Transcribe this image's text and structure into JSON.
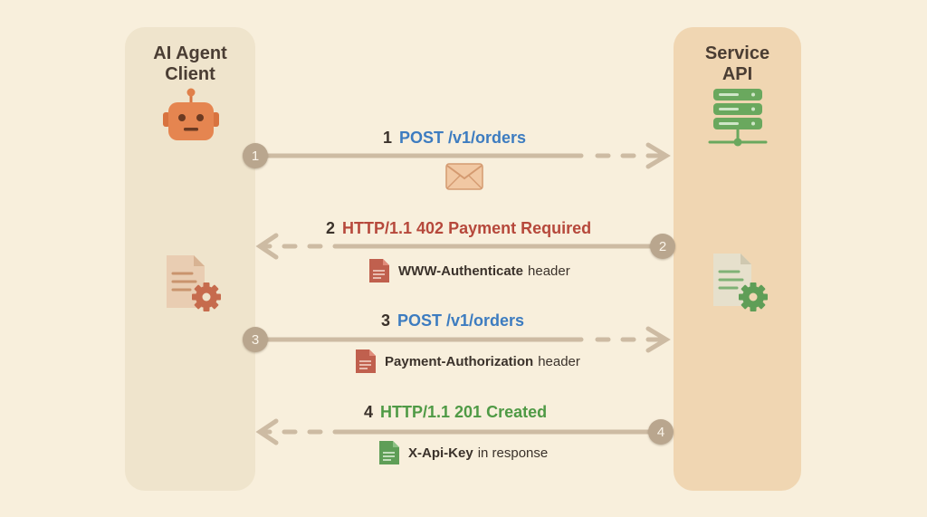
{
  "lanes": {
    "client": {
      "line1": "AI Agent",
      "line2": "Client"
    },
    "service": {
      "line1": "Service",
      "line2": "API"
    }
  },
  "steps": [
    {
      "num": "1",
      "badge": "1",
      "label": "POST /v1/orders",
      "color": "#3d7cc0",
      "direction": "right"
    },
    {
      "num": "2",
      "badge": "2",
      "label": "HTTP/1.1 402 Payment Required",
      "color": "#b6483b",
      "direction": "left",
      "note": {
        "strong": "WWW-Authenticate",
        "rest": "header"
      }
    },
    {
      "num": "3",
      "badge": "3",
      "label": "POST /v1/orders",
      "color": "#3d7cc0",
      "direction": "right",
      "note": {
        "strong": "Payment-Authorization",
        "rest": "header"
      }
    },
    {
      "num": "4",
      "badge": "4",
      "label": "HTTP/1.1 201 Created",
      "color": "#4f9a45",
      "direction": "left",
      "note": {
        "strong": "X-Api-Key",
        "rest": "in response"
      }
    }
  ],
  "icons": {
    "client": "robot-icon",
    "service": "server-stack-icon",
    "message": "envelope-icon",
    "client_doc": "document-gear-icon",
    "service_doc": "document-gear-icon"
  },
  "colors": {
    "arrow": "#cdbba3",
    "badge": "#b9a68e",
    "doc_red": "#c0604e",
    "doc_green": "#5f9e57"
  }
}
